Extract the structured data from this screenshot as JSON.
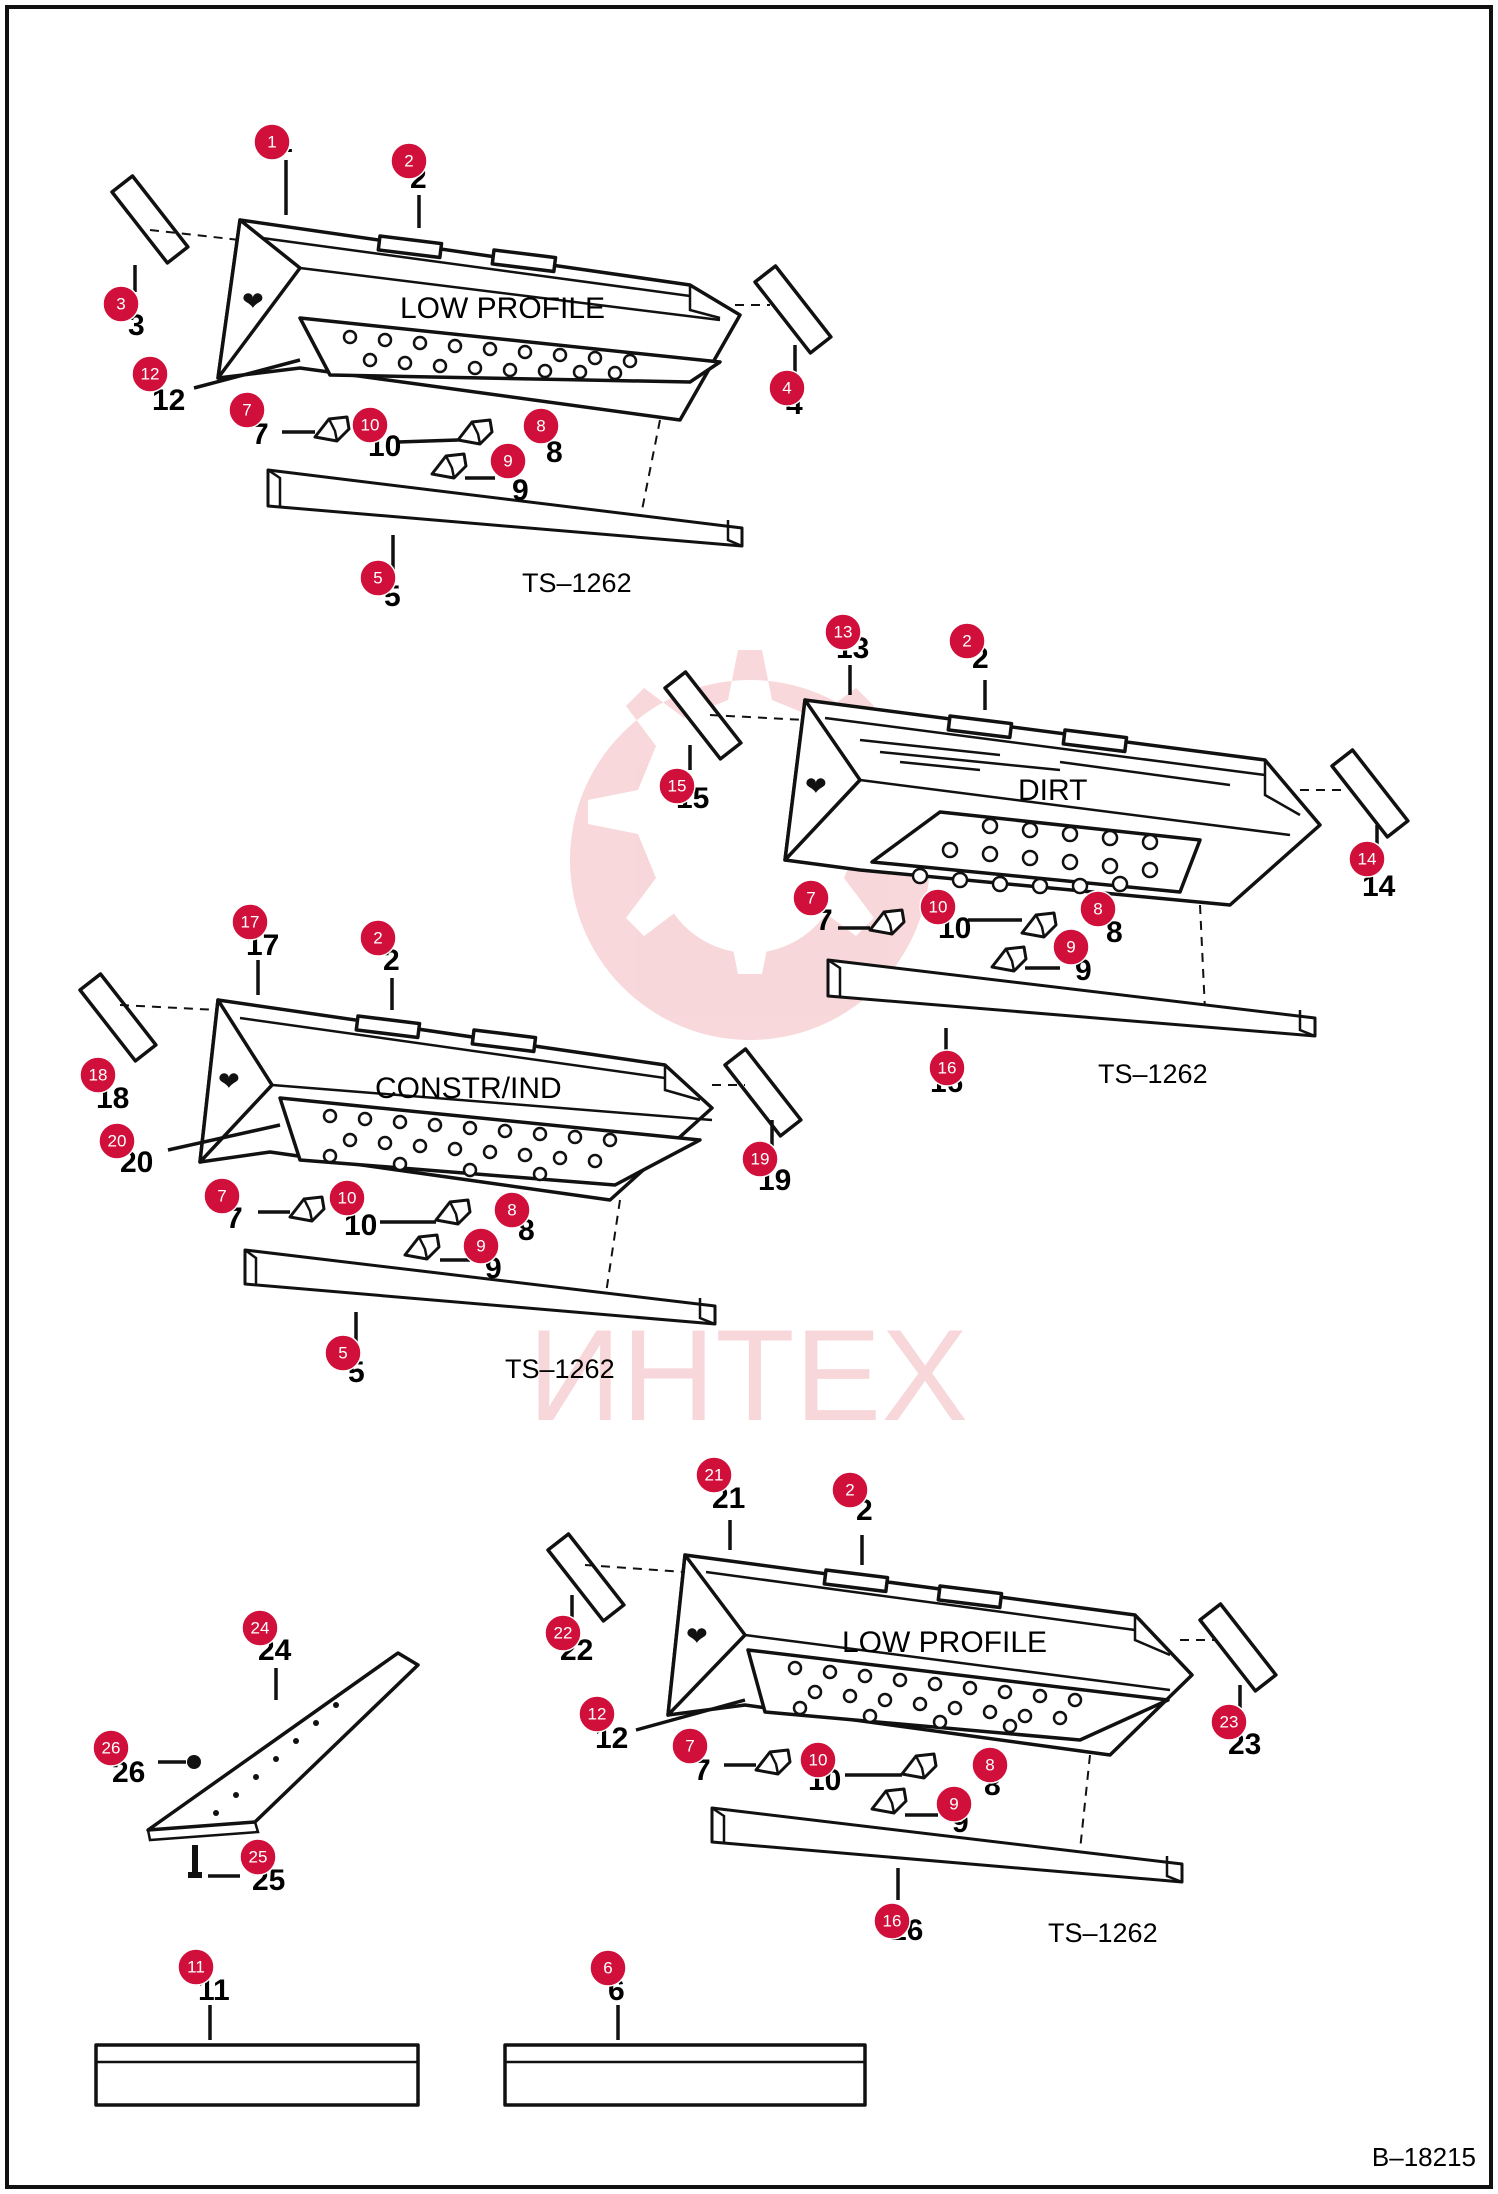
{
  "figure_code": "B–18215",
  "watermark": {
    "text": "ИНТЕХ",
    "color": "#f2b8bc"
  },
  "callout_color": "#d0103a",
  "buckets": [
    {
      "id": "a",
      "name": "LOW PROFILE",
      "tag": "TS–1262",
      "labels": {
        "body": "1",
        "tag": "2",
        "left_end": "3",
        "right_end": "4",
        "edge": "5",
        "tooth": "7",
        "tooth_b": "8",
        "tooth_c": "9",
        "pin": "10",
        "floor": "12"
      },
      "callouts": {
        "body": "1",
        "tag": "2",
        "left_end": "3",
        "right_end": "4",
        "edge": "5",
        "tooth": "7",
        "tooth_b": "8",
        "tooth_c": "9",
        "pin": "10",
        "floor": "12"
      }
    },
    {
      "id": "b",
      "name": "DIRT",
      "tag": "TS–1262",
      "labels": {
        "body": "13",
        "tag": "2",
        "left_end": "15",
        "right_end": "14",
        "edge": "16",
        "tooth": "7",
        "tooth_b": "8",
        "tooth_c": "9",
        "pin": "10"
      },
      "callouts": {
        "body": "13",
        "tag": "2",
        "left_end": "15",
        "right_end": "14",
        "edge": "16",
        "tooth": "7",
        "tooth_b": "8",
        "tooth_c": "9",
        "pin": "10"
      }
    },
    {
      "id": "c",
      "name": "CONSTR/IND",
      "tag": "TS–1262",
      "labels": {
        "body": "17",
        "tag": "2",
        "left_end": "18",
        "right_end": "19",
        "edge": "5",
        "tooth": "7",
        "tooth_b": "8",
        "tooth_c": "9",
        "pin": "10",
        "floor": "20"
      },
      "callouts": {
        "body": "17",
        "tag": "2",
        "left_end": "18",
        "right_end": "19",
        "edge": "5",
        "tooth": "7",
        "tooth_b": "8",
        "tooth_c": "9",
        "pin": "10",
        "floor": "20"
      }
    },
    {
      "id": "d",
      "name": "LOW PROFILE",
      "tag": "TS–1262",
      "labels": {
        "body": "21",
        "tag": "2",
        "left_end": "22",
        "right_end": "23",
        "edge": "16",
        "tooth": "7",
        "tooth_b": "8",
        "tooth_c": "9",
        "pin": "10",
        "floor": "12"
      },
      "callouts": {
        "body": "21",
        "tag": "2",
        "left_end": "22",
        "right_end": "23",
        "edge": "16",
        "tooth": "7",
        "tooth_b": "8",
        "tooth_c": "9",
        "pin": "10",
        "floor": "12"
      }
    }
  ],
  "cutting_edge": {
    "labels": {
      "edge": "24",
      "nut": "26",
      "bolt": "25"
    },
    "callouts": {
      "edge": "24",
      "nut": "26",
      "bolt": "25"
    }
  },
  "decals": [
    {
      "label": "11",
      "callout": "11"
    },
    {
      "label": "6",
      "callout": "6"
    }
  ]
}
